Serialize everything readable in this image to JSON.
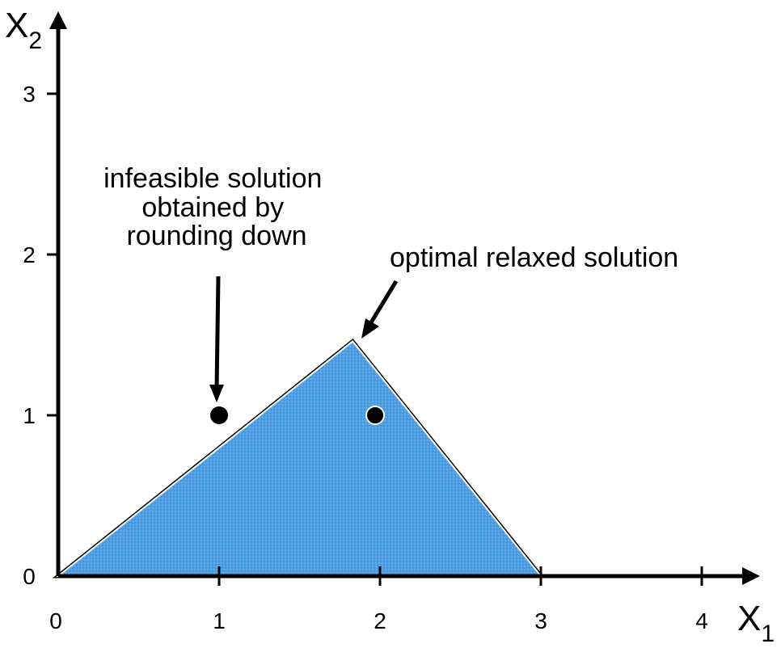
{
  "axes": {
    "x_title": "X",
    "x_title_sub": "1",
    "y_title": "X",
    "y_title_sub": "2",
    "x_ticks": [
      {
        "value": 0,
        "label": "0"
      },
      {
        "value": 1,
        "label": "1"
      },
      {
        "value": 2,
        "label": "2"
      },
      {
        "value": 3,
        "label": "3"
      },
      {
        "value": 4,
        "label": "4"
      }
    ],
    "y_ticks": [
      {
        "value": 0,
        "label": "0"
      },
      {
        "value": 1,
        "label": "1"
      },
      {
        "value": 2,
        "label": "2"
      },
      {
        "value": 3,
        "label": "3"
      }
    ]
  },
  "feasible_region": {
    "vertices": [
      [
        0,
        0
      ],
      [
        1.83,
        1.46
      ],
      [
        3.0,
        0
      ]
    ],
    "fill_color": "#4d9ee3",
    "edge_color": "#000000"
  },
  "points": [
    {
      "name": "rounded-down-point",
      "x": 1.0,
      "y": 1.0
    },
    {
      "name": "integer-point",
      "x": 1.97,
      "y": 1.0
    }
  ],
  "annotations": {
    "infeasible": {
      "lines": [
        "infeasible solution",
        "obtained by",
        "rounding down"
      ]
    },
    "optimal": {
      "text": "optimal relaxed solution"
    }
  }
}
